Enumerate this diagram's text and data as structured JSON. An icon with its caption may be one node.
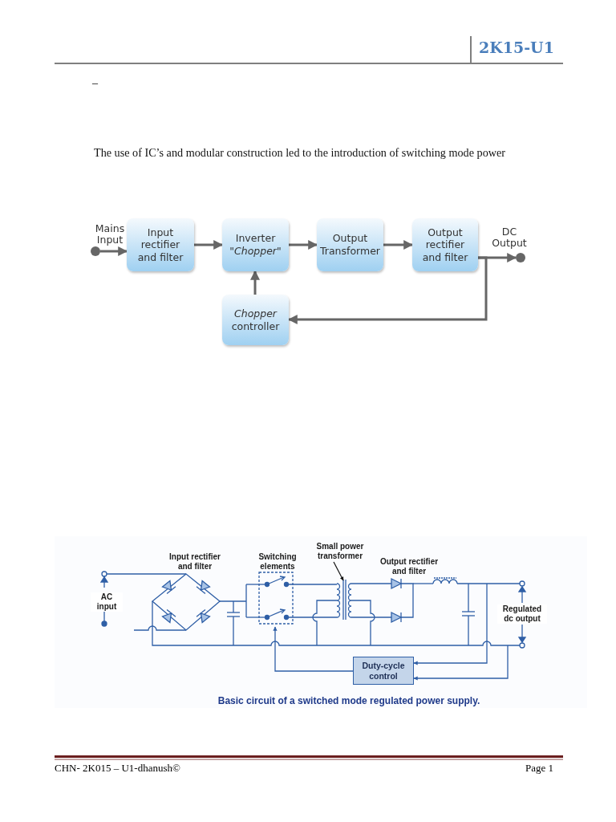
{
  "diagram": {
    "caption": "Basic circuit of a switched mode regulated power supply.",
    "nodes": [
      {
        "text": [],
        "shape": "circle",
        "beside": [
          "Mains Input"
        ]
      },
      {
        "text": [
          "Input rectifier and filter"
        ]
      },
      {
        "text": [
          "Inverter *\"Chopper\"*"
        ]
      },
      {
        "text": [
          "Output Transformer"
        ]
      },
      {
        "text": [
          "Output rectifier and filter"
        ]
      },
      {
        "text": [],
        "shape": "circle",
        "beside": [
          "DC Output"
        ]
      },
      {
        "text": [
          "*Chopper* controller"
        ]
      },
      {
        "text": [
          "Duty-cycle control"
        ]
      },
      {
        "text": [
          "Small power transformer"
        ]
      }
    ],
    "edges": [
      {
        "from": 0,
        "to": 1,
        "arrow": "to"
      },
      {
        "from": 1,
        "to": 2,
        "arrow": "to"
      },
      {
        "from": 2,
        "to": 3,
        "arrow": "to"
      },
      {
        "from": 3,
        "to": 4,
        "arrow": "to"
      },
      {
        "from": 4,
        "to": 5,
        "arrow": "to"
      },
      {
        "from": 4,
        "to": 6,
        "arrow": "to"
      },
      {
        "from": 6,
        "to": 2,
        "arrow": "to"
      },
      {
        "from": 8,
        "to": null,
        "arrow": "to",
        "color": "#111111"
      },
      {
        "from": null,
        "to": 7,
        "arrow": "to",
        "color": "#2f5fa6"
      },
      {
        "from": null,
        "to": 7,
        "arrow": "to",
        "color": "#2f5fa6"
      },
      {
        "from": 7,
        "to": null,
        "arrow": "to",
        "color": "#2f5fa6"
      }
    ],
    "labels": [
      "2K15-U1",
      "–",
      "The use of IC’s and modular construction led to the introduction of switching mode power",
      "Input rectifier and filter",
      "Switching elements",
      "Output rectifier and filter",
      "AC input",
      "Regulated dc output",
      "CHN- 2K015 – U1-dhanush©",
      "Page 1"
    ]
  }
}
